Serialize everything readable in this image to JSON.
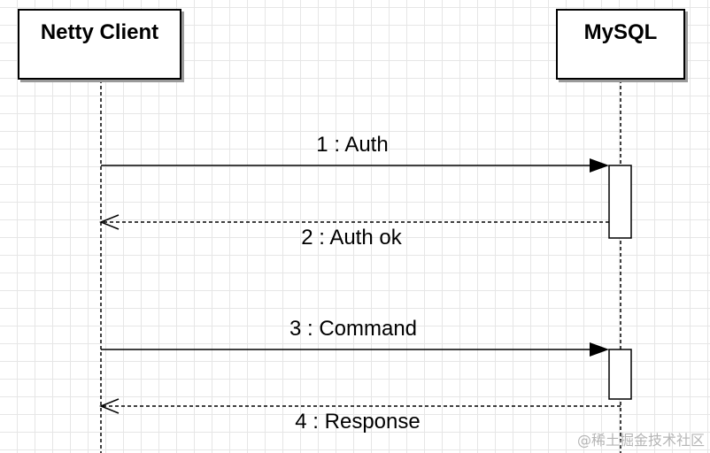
{
  "participants": {
    "client": "Netty Client",
    "server": "MySQL"
  },
  "messages": [
    {
      "index": 1,
      "label": "1 : Auth",
      "kind": "sync"
    },
    {
      "index": 2,
      "label": "2 : Auth ok",
      "kind": "return"
    },
    {
      "index": 3,
      "label": "3 : Command",
      "kind": "sync"
    },
    {
      "index": 4,
      "label": "4 : Response",
      "kind": "return"
    }
  ],
  "watermark": "@稀土掘金技术社区",
  "colors": {
    "line": "#000000",
    "grid": "#e6e6e6",
    "shadow": "#9a9a9a",
    "watermark": "#b5b5b5"
  }
}
